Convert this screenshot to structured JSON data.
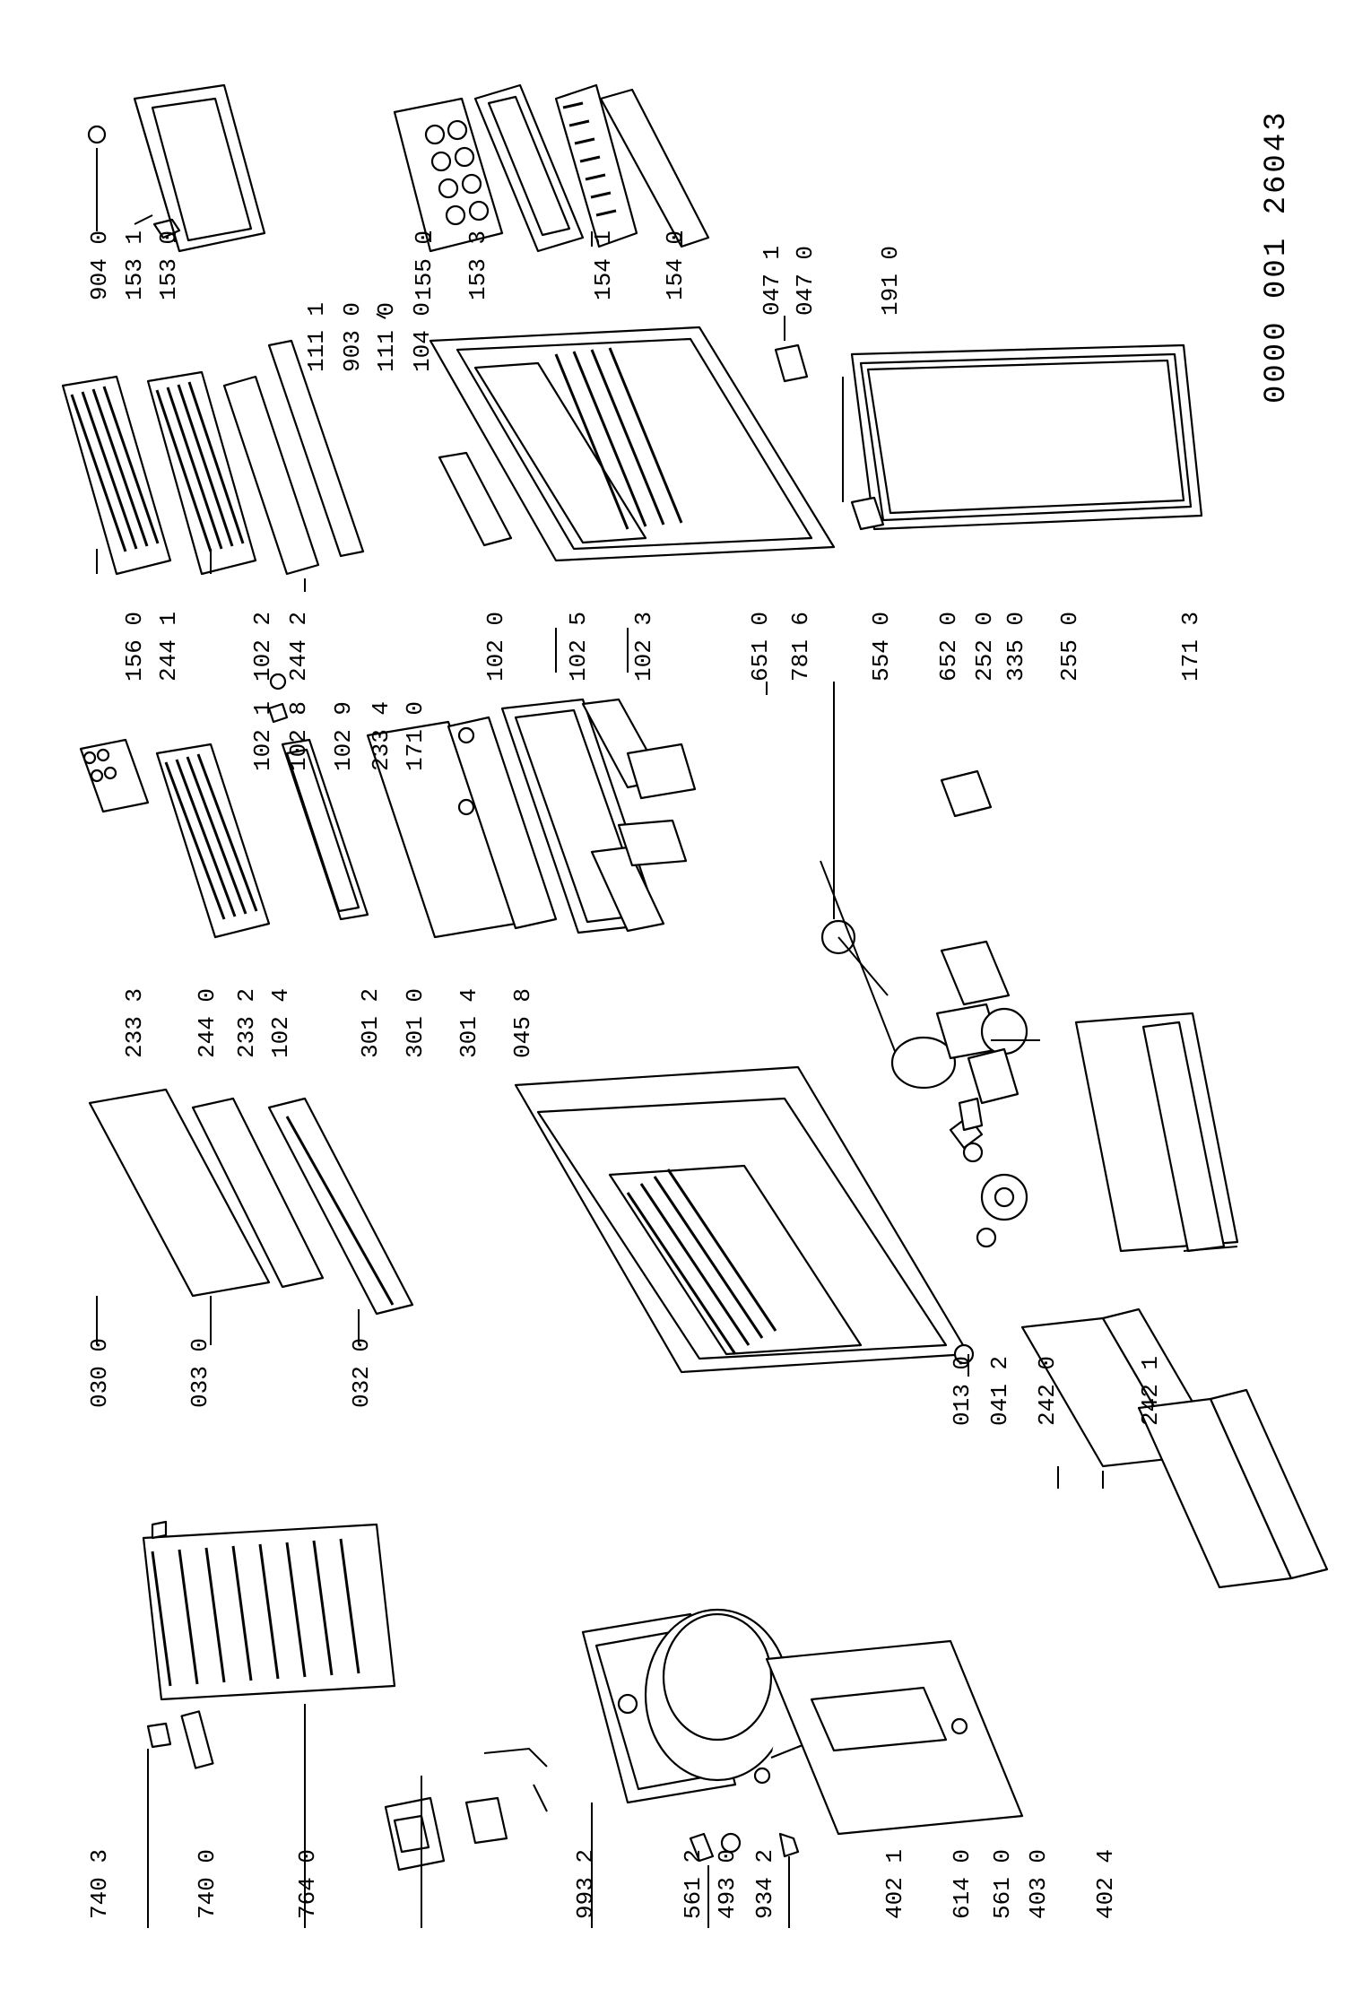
{
  "drawing_number": "0000 001 26043",
  "part_labels": [
    "904 0",
    "153 1",
    "153 0",
    "155 0",
    "153 3",
    "154 1",
    "154 0",
    "111 1",
    "903 0",
    "111 0",
    "104 0",
    "047 1",
    "047 0",
    "191 0",
    "156 0",
    "244 1",
    "102 2",
    "244 2",
    "102 1",
    "102 8",
    "102 9",
    "233 4",
    "171 0",
    "102 0",
    "102 5",
    "102 3",
    "233 3",
    "244 0",
    "233 2",
    "102 4",
    "301 2",
    "301 0",
    "301 4",
    "045 8",
    "651 0",
    "781 6",
    "554 0",
    "652 0",
    "252 0",
    "335 0",
    "255 0",
    "171 3",
    "030 0",
    "033 0",
    "032 0",
    "013 0",
    "041 2",
    "242 0",
    "242 1",
    "740 3",
    "740 0",
    "764 0",
    "993 2",
    "561 2",
    "493 0",
    "934 2",
    "402 1",
    "614 0",
    "561 0",
    "403 0",
    "402 4"
  ]
}
